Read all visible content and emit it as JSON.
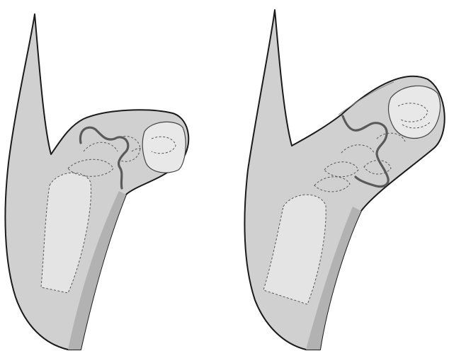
{
  "figure": {
    "panels": [
      {
        "id": "left",
        "pose": "flexed"
      },
      {
        "id": "right",
        "pose": "extended"
      }
    ],
    "colors": {
      "skin": "#d0d0d0",
      "shadow": "#b2b2b2",
      "bone": "#e4e4e4",
      "outline": "#1a1a1a",
      "incision": "#5a5a5a",
      "background": "#ffffff"
    }
  }
}
